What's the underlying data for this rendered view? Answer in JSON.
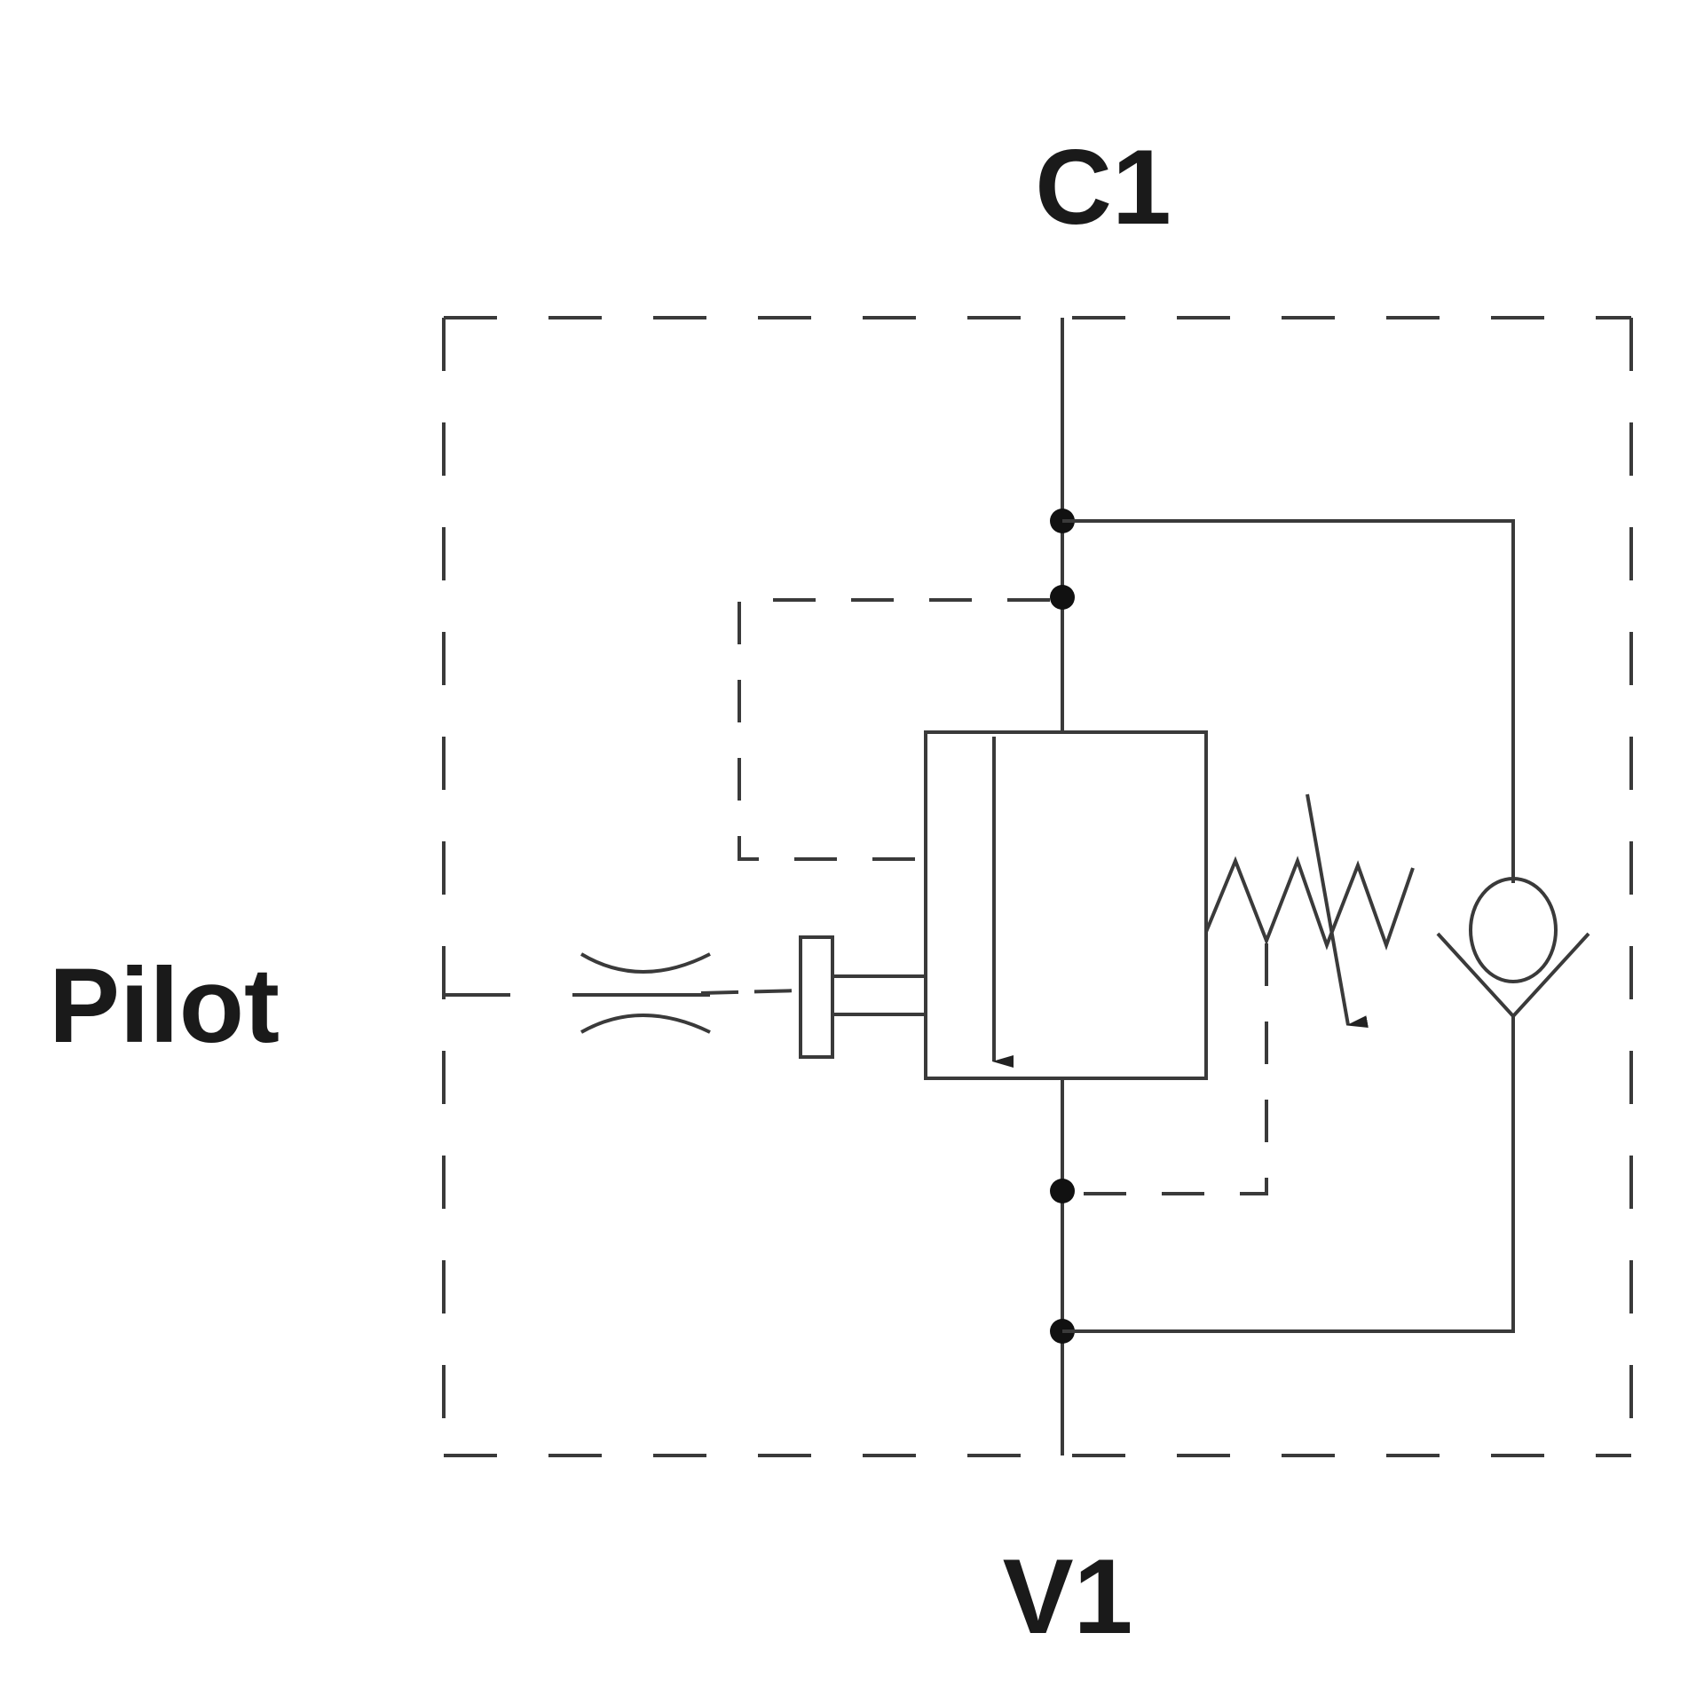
{
  "ports": {
    "c1": "C1",
    "v1": "V1",
    "pilot": "Pilot"
  },
  "colors": {
    "line": "#3a3a3a",
    "text": "#1a1a1a",
    "background": "#ffffff"
  },
  "icons": {
    "orifice": "orifice-icon",
    "spring": "adjustable-spring-icon",
    "check_valve": "check-valve-icon"
  }
}
